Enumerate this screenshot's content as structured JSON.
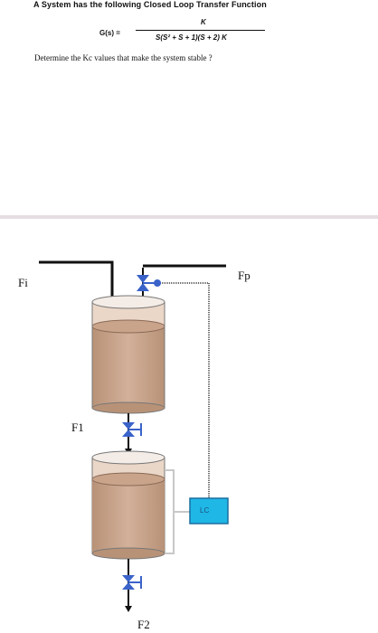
{
  "question": {
    "title": "A System has the following Closed Loop Transfer Function",
    "lhs": "G(s)  =",
    "numerator": "K",
    "denominator": "S(S² + S + 1)(S + 2) K",
    "prompt": "Determine the Kc values that make the system stable ?"
  },
  "diagram": {
    "labels": {
      "fi": "Fi",
      "fp": "Fp",
      "f1": "F1",
      "f2": "F2",
      "controller": "LC"
    },
    "colors": {
      "liquid": "#c8a58c",
      "tank_body": "#ebd7c8",
      "pipe": "#111111",
      "valve": "#3a63c9",
      "controller_fill": "#1fb7e6",
      "controller_border": "#1a6fa0",
      "signal_line": "#c8c8c8"
    }
  }
}
